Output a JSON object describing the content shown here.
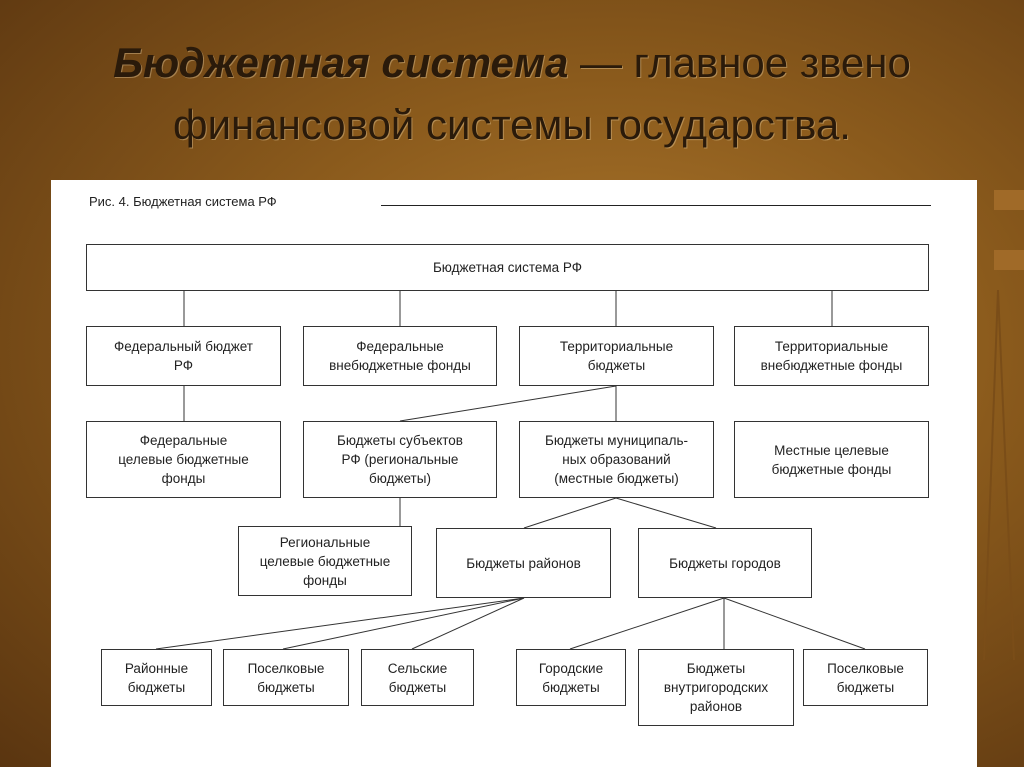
{
  "slide": {
    "title_emph": "Бюджетная система",
    "title_rest": " — главное звено",
    "title_line2": "финансовой системы государства."
  },
  "figure": {
    "caption": "Рис. 4. Бюджетная система РФ",
    "nodes": {
      "root": "Бюджетная система РФ",
      "federal_budget": "Федеральный бюджет\nРФ",
      "federal_offbudget_funds": "Федеральные\nвнебюджетные фонды",
      "territorial_budgets": "Территориальные\nбюджеты",
      "territorial_offbudget_funds": "Территориальные\nвнебюджетные фонды",
      "federal_target_funds": "Федеральные\nцелевые бюджетные\nфонды",
      "subject_budgets": "Бюджеты субъектов\nРФ (региональные\nбюджеты)",
      "municipal_budgets": "Бюджеты муниципаль-\nных образований\n(местные бюджеты)",
      "local_target_funds": "Местные целевые\nбюджетные фонды",
      "regional_target_funds": "Региональные\nцелевые бюджетные\nфонды",
      "district_budgets": "Бюджеты районов",
      "city_budgets": "Бюджеты городов",
      "rayon_budgets": "Районные\nбюджеты",
      "settlement_budgets_1": "Поселковые\nбюджеты",
      "rural_budgets": "Сельские\nбюджеты",
      "urban_budgets": "Городские\nбюджеты",
      "intracity_budgets": "Бюджеты\nвнутригородских\nрайонов",
      "settlement_budgets_2": "Поселковые\nбюджеты"
    }
  }
}
